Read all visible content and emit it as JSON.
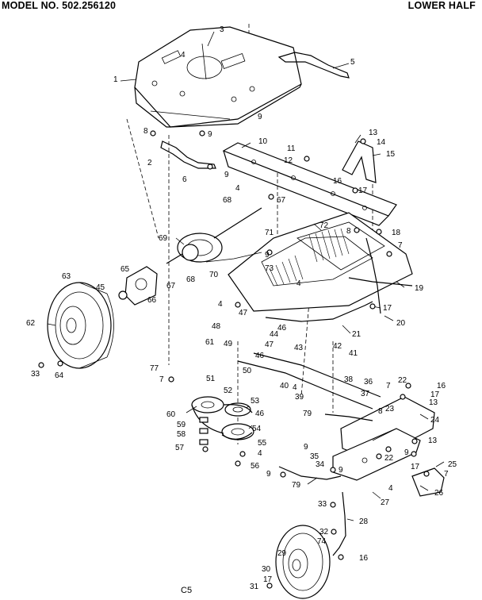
{
  "header": {
    "model_number": "MODEL NO. 502.256120",
    "section": "LOWER HALF"
  },
  "footer": {
    "code": "C5"
  },
  "callouts": [
    "1",
    "2",
    "3",
    "4",
    "5",
    "6",
    "7",
    "8",
    "9",
    "10",
    "11",
    "12",
    "13",
    "14",
    "15",
    "16",
    "17",
    "18",
    "19",
    "20",
    "21",
    "22",
    "23",
    "24",
    "25",
    "26",
    "27",
    "28",
    "29",
    "30",
    "31",
    "32",
    "33",
    "34",
    "35",
    "36",
    "37",
    "38",
    "39",
    "40",
    "41",
    "42",
    "43",
    "44",
    "45",
    "46",
    "47",
    "48",
    "49",
    "50",
    "51",
    "52",
    "53",
    "54",
    "55",
    "56",
    "57",
    "58",
    "59",
    "60",
    "61",
    "62",
    "63",
    "64",
    "65",
    "66",
    "67",
    "68",
    "69",
    "70",
    "71",
    "72",
    "73",
    "74",
    "77",
    "79"
  ]
}
